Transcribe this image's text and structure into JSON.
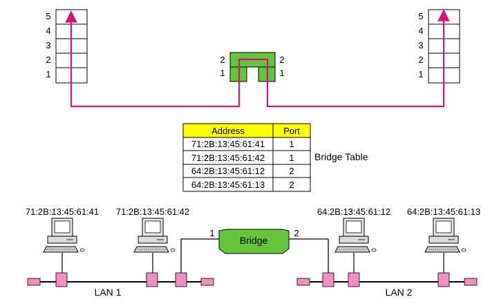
{
  "layer_stacks": {
    "left": {
      "layers": [
        "5",
        "4",
        "3",
        "2",
        "1"
      ]
    },
    "right": {
      "layers": [
        "5",
        "4",
        "3",
        "2",
        "1"
      ]
    }
  },
  "bridge_stack": {
    "left_labels": [
      "2",
      "1"
    ],
    "right_labels": [
      "2",
      "1"
    ]
  },
  "bridge_table": {
    "headers": {
      "address": "Address",
      "port": "Port"
    },
    "rows": [
      {
        "address": "71:2B:13:45:61:41",
        "port": "1"
      },
      {
        "address": "71:2B:13:45:61:42",
        "port": "1"
      },
      {
        "address": "64:2B:13:45:61:12",
        "port": "2"
      },
      {
        "address": "64:2B:13:45:61:13",
        "port": "2"
      }
    ],
    "caption": "Bridge Table"
  },
  "stations": [
    {
      "address": "71:2B:13:45:61:41"
    },
    {
      "address": "71:2B:13:45:61:42"
    },
    {
      "address": "64:2B:13:45:61:12"
    },
    {
      "address": "64:2B:13:45:61:13"
    }
  ],
  "bridge": {
    "label": "Bridge",
    "port_left": "1",
    "port_right": "2"
  },
  "lans": {
    "lan1": "LAN 1",
    "lan2": "LAN 2"
  },
  "colors": {
    "path": "#d4137e",
    "connector": "#f08ec0",
    "bridge_fill": "#66c43c",
    "table_header": "#ffff00"
  }
}
